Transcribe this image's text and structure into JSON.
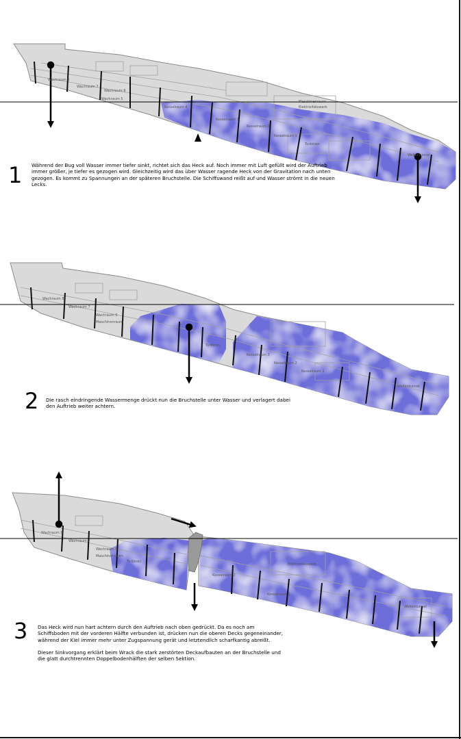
{
  "colors": {
    "hull_fill": "#dadada",
    "hull_stroke": "#8a8a8a",
    "water": "#6e6edb",
    "water_light": "#b5b5ee",
    "bulkhead": "#111111",
    "waterline": "#000000"
  },
  "stages": [
    {
      "number": "1",
      "text": "Während der Bug voll Wasser immer tiefer sinkt, richtet sich das Heck auf. Noch immer mit Luft gefüllt wird der Auftrieb immer größer, je tiefer es gezogen wird. Gleichzeitig wird das über Wasser ragende Heck von der Gravitation nach unten gezogen. Es kommt zu Spannungen an der späteren Bruchstelle. Die Schiffswand reißt auf und Wasser strömt in die neuen Lecks.",
      "labels": [
        "Wachraum 8",
        "Wachraum 7",
        "Wachraum 6",
        "Wachraum 5",
        "Kesselraum 4",
        "Kesselraum 3",
        "Kesselraum 2",
        "Kesselraum 1",
        "Maschinenraum",
        "Elektrizitätswerk",
        "Turbinen",
        "Wellentunnel"
      ]
    },
    {
      "number": "2",
      "text": "Die rasch eindringende Wassermenge drückt nun die Bruchstelle unter Wasser und verlagert dabei den Auftrieb weiter achtern.",
      "labels": [
        "Wachraum 8",
        "Wachraum 7",
        "Wachraum 6",
        "Maschinenraum",
        "Turbinen",
        "Kesselraum 3",
        "Kesselraum 2",
        "Kesselraum 1",
        "Wellentunnel"
      ]
    },
    {
      "number": "3",
      "text": "Das Heck wird nun hart achtern durch den Auftrieb nach oben gedrückt. Da es noch am Schiffsboden mit der vorderen Hälfte verbunden ist, drücken nun die oberen Decks gegeneinander, während der Kiel immer mehr unter Zugspannung gerät und letztendlich scharfkantig abreißt.",
      "text2": "Dieser Sinkvorgang erklärt beim Wrack die stark zerstörten Deckaufbauten an der Bruchstelle und die glatt durchtrennten Doppelbodenhälften der selben Sektion.",
      "labels": [
        "Wachraum 8",
        "Wachraum 7",
        "Wachraum 6",
        "Maschinenraum",
        "Turbinen",
        "Kesselraum 2",
        "Kesselraum 1",
        "Elektrizitätswerk",
        "Wellentunnel"
      ]
    }
  ]
}
